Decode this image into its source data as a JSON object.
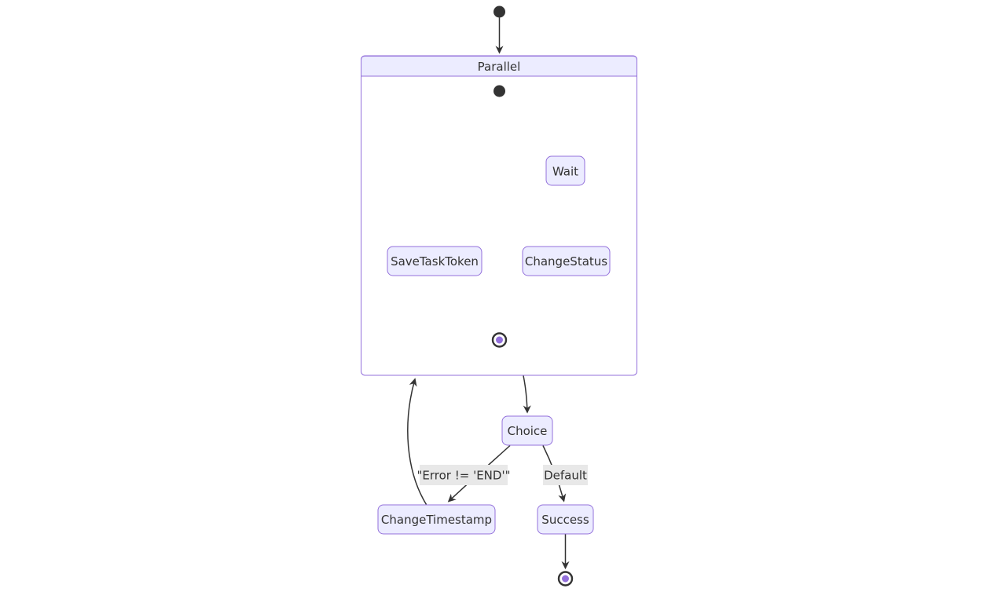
{
  "diagram": {
    "kind": "state-machine-flowchart",
    "composite": {
      "title": "Parallel"
    },
    "nodes": {
      "wait": "Wait",
      "saveTaskToken": "SaveTaskToken",
      "changeStatus": "ChangeStatus",
      "choice": "Choice",
      "changeTimestamp": "ChangeTimestamp",
      "success": "Success"
    },
    "edge_labels": {
      "error_condition": "\"Error != 'END'\"",
      "default_branch": "Default"
    },
    "edges": [
      {
        "from": "start",
        "to": "Parallel"
      },
      {
        "from": "Parallel.fork",
        "to": "Wait"
      },
      {
        "from": "Parallel.fork",
        "to": "SaveTaskToken"
      },
      {
        "from": "Wait",
        "to": "ChangeStatus"
      },
      {
        "from": "SaveTaskToken",
        "to": "Parallel.join"
      },
      {
        "from": "ChangeStatus",
        "to": "Parallel.join"
      },
      {
        "from": "Parallel",
        "to": "Choice"
      },
      {
        "from": "Choice",
        "to": "ChangeTimestamp",
        "label": "\"Error != 'END'\""
      },
      {
        "from": "Choice",
        "to": "Success",
        "label": "Default"
      },
      {
        "from": "ChangeTimestamp",
        "to": "Parallel"
      },
      {
        "from": "Success",
        "to": "end"
      }
    ],
    "colors": {
      "node_fill": "#ECECFF",
      "node_border": "#9370DB",
      "edge_stroke": "#333333",
      "text": "#333333",
      "edge_label_bg": "#e8e8e8",
      "start_fill": "#333333",
      "final_inner_dot": "#9370DB",
      "background": "#ffffff"
    }
  }
}
